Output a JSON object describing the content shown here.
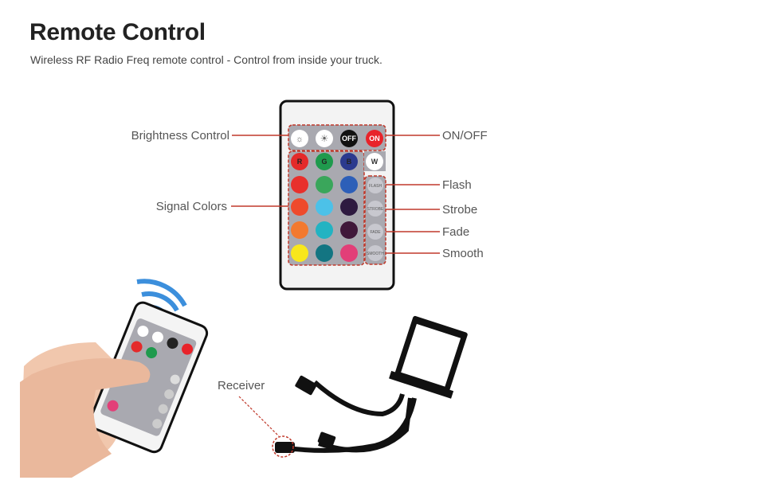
{
  "header": {
    "title": "Remote Control",
    "subtitle": "Wireless RF Radio Freq remote control - Control from inside your truck."
  },
  "callouts": {
    "brightness": "Brightness Control",
    "signal_colors": "Signal Colors",
    "on_off": "ON/OFF",
    "flash": "Flash",
    "strobe": "Strobe",
    "fade": "Fade",
    "smooth": "Smooth",
    "receiver": "Receiver"
  },
  "remote_buttons": {
    "off": "OFF",
    "on": "ON",
    "r": "R",
    "g": "G",
    "b": "B",
    "w": "W",
    "flash": "FLASH",
    "strobe": "STROBE",
    "fade": "FADE",
    "smooth": "SMOOTH"
  },
  "colors": {
    "callout_line": "#c0392b",
    "remote_panel": "#a9a9b0"
  }
}
